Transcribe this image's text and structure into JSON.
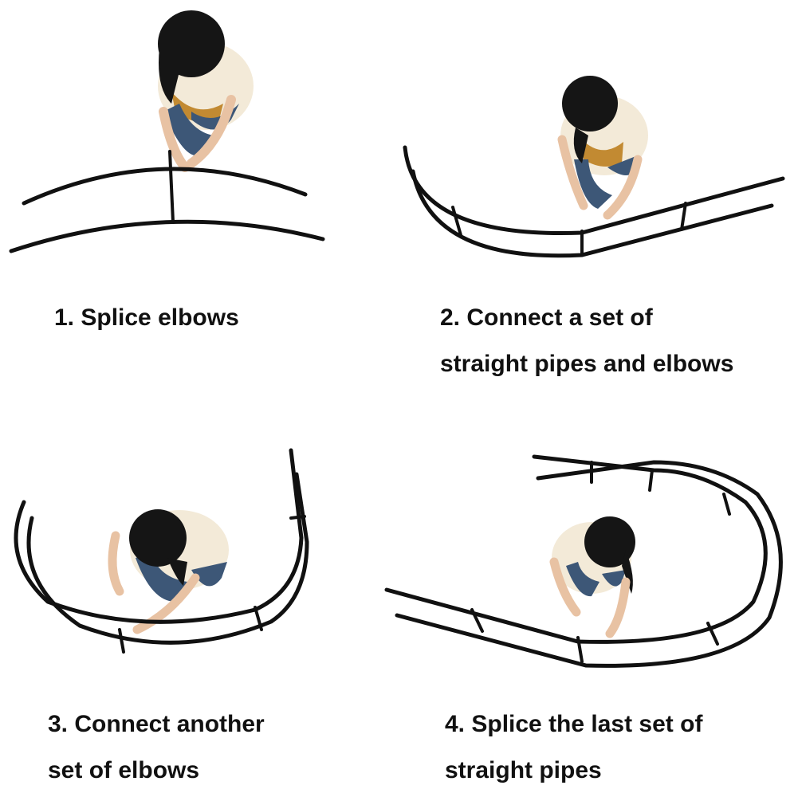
{
  "steps": [
    {
      "caption_lines": [
        "1. Splice elbows"
      ]
    },
    {
      "caption_lines": [
        "2. Connect a set of",
        "straight pipes and elbows"
      ]
    },
    {
      "caption_lines": [
        "3. Connect another",
        "set of elbows"
      ]
    },
    {
      "caption_lines": [
        "4. Splice the last set of",
        "straight pipes"
      ]
    }
  ],
  "colors": {
    "pipe": "#111111",
    "skin": "#e8c2a3",
    "hair": "#151515",
    "shirt": "#f3ead8",
    "jeans": "#3d5777",
    "pattern": "#c28a32"
  }
}
